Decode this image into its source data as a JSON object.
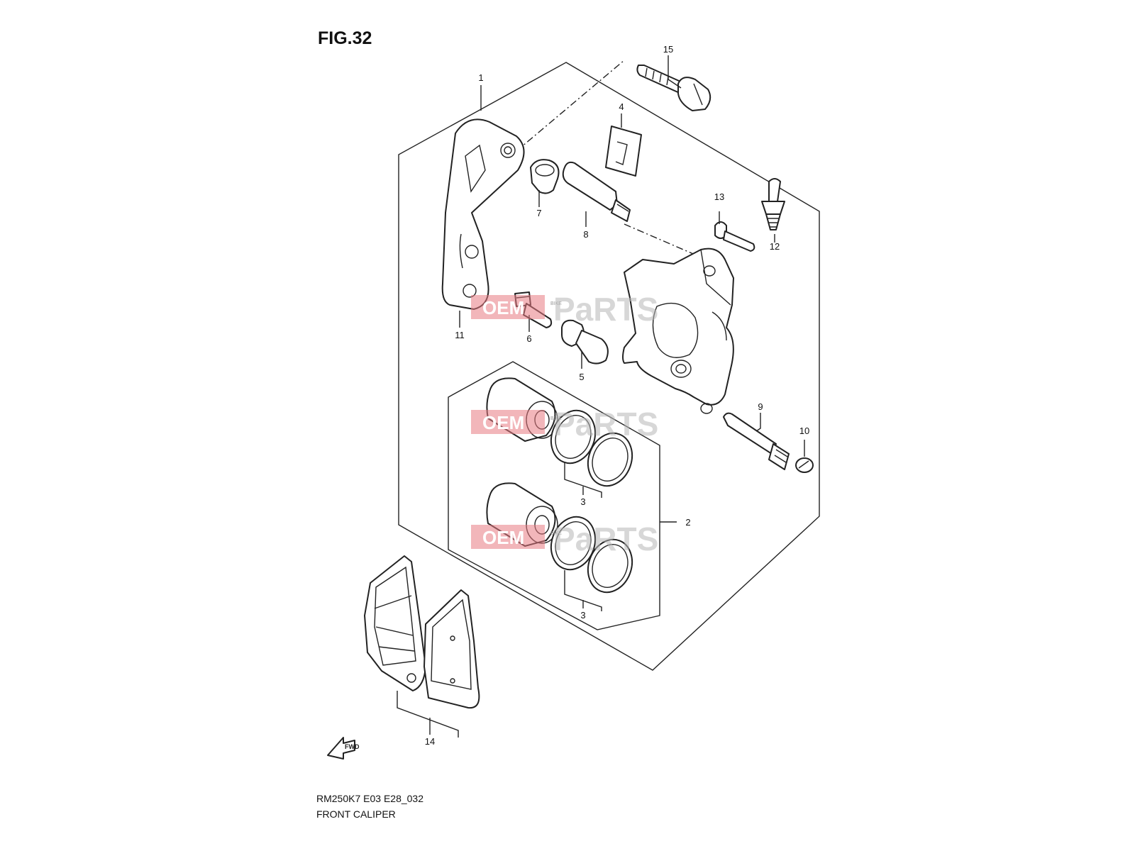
{
  "figure": {
    "title": "FIG.32",
    "model_code": "RM250K7 E03 E28_032",
    "name": "FRONT CALIPER"
  },
  "part_labels": {
    "p1": "1",
    "p2": "2",
    "p3a": "3",
    "p3b": "3",
    "p4": "4",
    "p5": "5",
    "p6": "6",
    "p7": "7",
    "p8": "8",
    "p9": "9",
    "p10": "10",
    "p11": "11",
    "p12": "12",
    "p13": "13",
    "p14": "14",
    "p15": "15"
  },
  "watermark": {
    "oem": "OEM",
    "parts": "PaRTS",
    "bike": "BIKE"
  },
  "fwd_arrow": {
    "text": "FWD"
  },
  "colors": {
    "line": "#222222",
    "watermark_red": "#e87a82",
    "watermark_gray": "#b8b8b8"
  }
}
